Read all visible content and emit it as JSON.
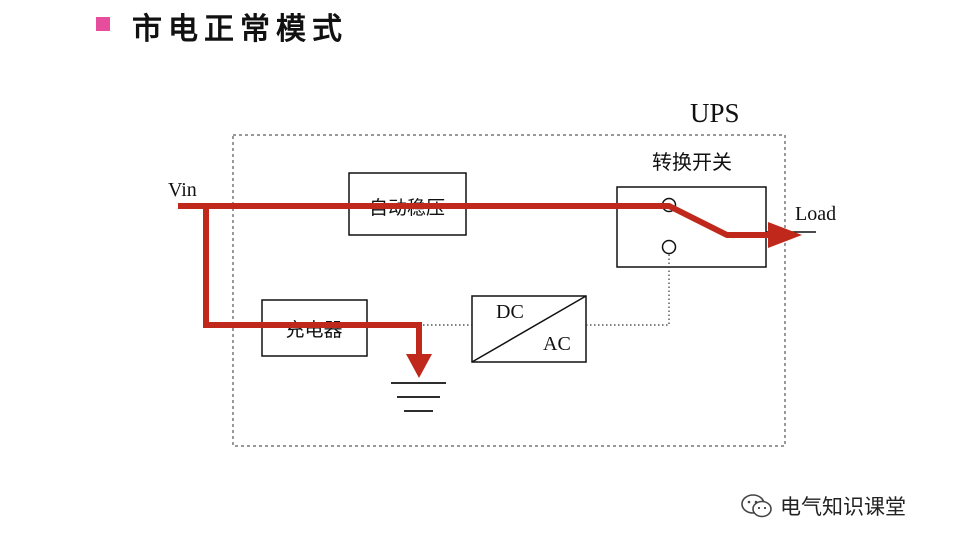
{
  "page": {
    "title": "市电正常模式",
    "bullet_color": "#e64d9c"
  },
  "diagram": {
    "ups_label": "UPS",
    "vin_label": "Vin",
    "load_label": "Load",
    "blocks": {
      "avr": "自动稳压",
      "switch": "转换开关",
      "charger": "充电器",
      "inverter_top": "DC",
      "inverter_bottom": "AC"
    },
    "power_flow_color": "#c0281b"
  },
  "watermark": {
    "text": "电气知识课堂",
    "icon": "wechat-icon"
  }
}
